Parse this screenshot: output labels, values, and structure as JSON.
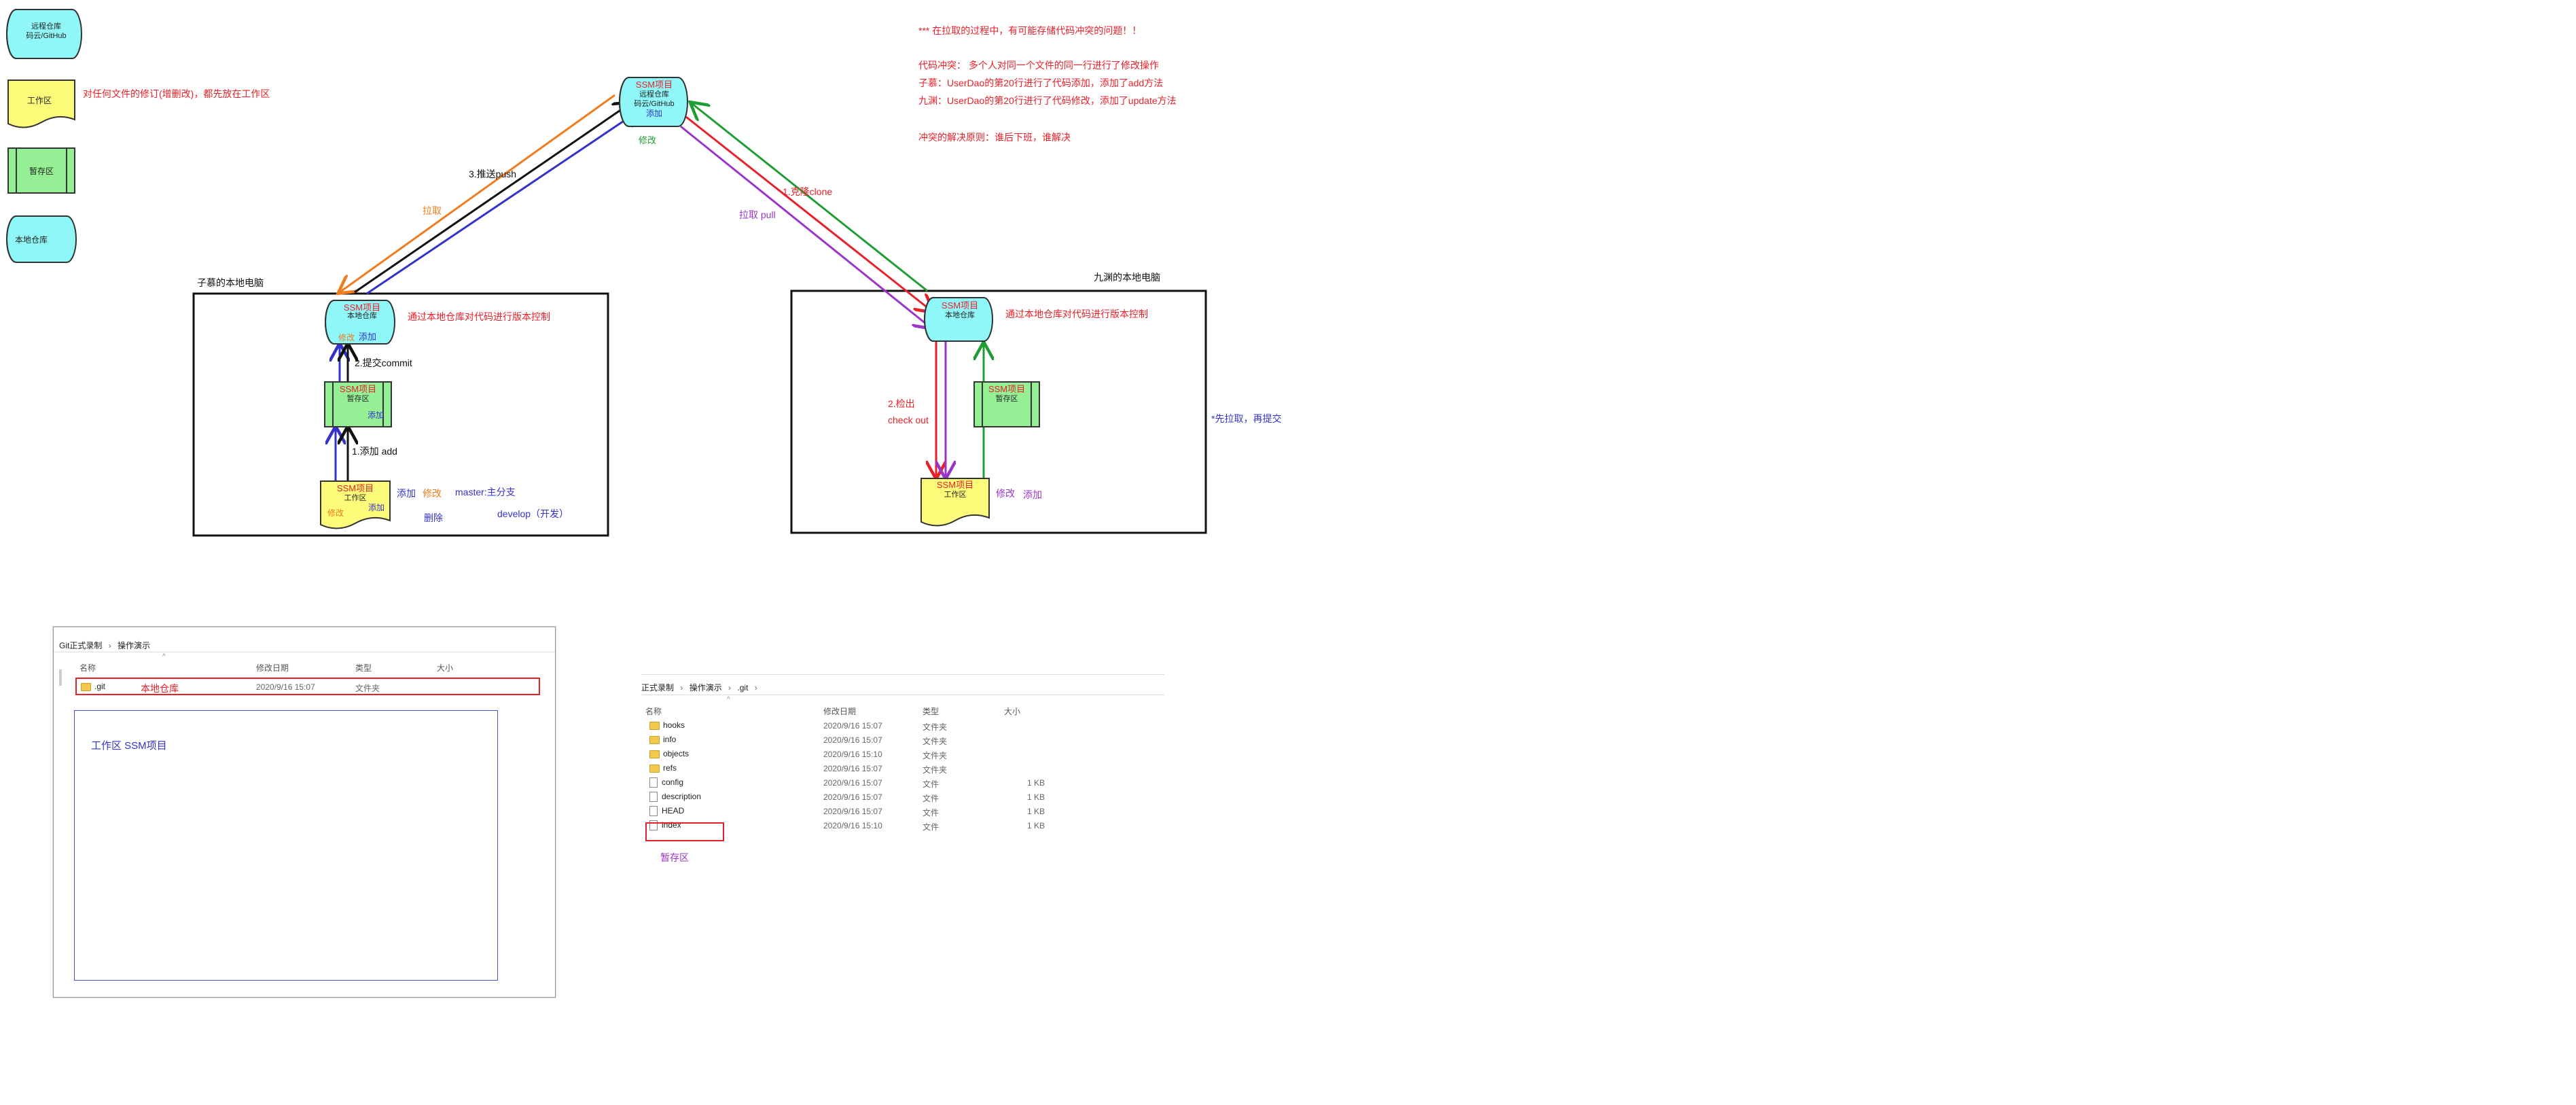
{
  "legend": {
    "remote": [
      "远程仓库",
      "码云/GitHub"
    ],
    "workspace": "工作区",
    "workspace_note": "对任何文件的修订(增删改)，都先放在工作区",
    "staging": "暂存区",
    "local": "本地仓库"
  },
  "notes": {
    "title": "*** 在拉取的过程中，有可能存储代码冲突的问题！！",
    "line1": "代码冲突：  多个人对同一个文件的同一行进行了修改操作",
    "line2": "子慕：UserDao的第20行进行了代码添加，添加了add方法",
    "line3": "九渊：UserDao的第20行进行了代码修改，添加了update方法",
    "line4": "冲突的解决原则：谁后下班，谁解决",
    "pull_first": "*先拉取，再提交"
  },
  "remote_repo": {
    "name": "SSM项目",
    "lines": [
      "远程仓库",
      "码云/GitHub"
    ],
    "add": "添加",
    "modify": "修改"
  },
  "arrows": {
    "push": "3.推送push",
    "pull": "拉取",
    "pull2": "拉取 pull",
    "clone": "1.克隆clone",
    "commit": "2.提交commit",
    "add": "1.添加 add",
    "checkout1": "2.检出",
    "checkout2": "check out"
  },
  "left_pc": {
    "title": "子慕的本地电脑",
    "local_name": "SSM项目",
    "local_label": "本地仓库",
    "local_add": "添加",
    "local_modify": "修改",
    "local_note": "通过本地仓库对代码进行版本控制",
    "stage_name": "SSM项目",
    "stage_label": "暂存区",
    "stage_add": "添加",
    "work_name": "SSM项目",
    "work_label": "工作区",
    "work_add": "添加",
    "work_modify": "修改",
    "side_add": "添加",
    "side_modify": "修改",
    "side_delete": "删除",
    "branch_master": "master:主分支",
    "branch_develop": "develop（开发）"
  },
  "right_pc": {
    "title": "九渊的本地电脑",
    "local_name": "SSM项目",
    "local_label": "本地仓库",
    "local_note": "通过本地仓库对代码进行版本控制",
    "stage_name": "SSM项目",
    "stage_label": "暂存区",
    "work_name": "SSM项目",
    "work_label": "工作区",
    "side_modify": "修改",
    "side_add": "添加"
  },
  "explorer1": {
    "crumbs": [
      "Git正式录制",
      "操作演示"
    ],
    "sep": "›",
    "headers": [
      "名称",
      "修改日期",
      "类型",
      "大小"
    ],
    "row": {
      "name": ".git",
      "date": "2020/9/16 15:07",
      "type": "文件夹"
    },
    "row_label": "本地仓库",
    "work_label": "工作区  SSM项目"
  },
  "explorer2": {
    "crumbs": [
      "正式录制",
      "操作演示",
      ".git"
    ],
    "sep": "›",
    "headers": [
      "名称",
      "修改日期",
      "类型",
      "大小"
    ],
    "rows": [
      {
        "name": "hooks",
        "date": "2020/9/16 15:07",
        "type": "文件夹",
        "size": "",
        "icon": "folder-icon"
      },
      {
        "name": "info",
        "date": "2020/9/16 15:07",
        "type": "文件夹",
        "size": "",
        "icon": "folder-icon"
      },
      {
        "name": "objects",
        "date": "2020/9/16 15:10",
        "type": "文件夹",
        "size": "",
        "icon": "folder-icon"
      },
      {
        "name": "refs",
        "date": "2020/9/16 15:07",
        "type": "文件夹",
        "size": "",
        "icon": "folder-icon"
      },
      {
        "name": "config",
        "date": "2020/9/16 15:07",
        "type": "文件",
        "size": "1 KB",
        "icon": "file-icon"
      },
      {
        "name": "description",
        "date": "2020/9/16 15:07",
        "type": "文件",
        "size": "1 KB",
        "icon": "file-icon"
      },
      {
        "name": "HEAD",
        "date": "2020/9/16 15:07",
        "type": "文件",
        "size": "1 KB",
        "icon": "file-icon"
      },
      {
        "name": "index",
        "date": "2020/9/16 15:10",
        "type": "文件",
        "size": "1 KB",
        "icon": "file-icon"
      }
    ],
    "index_label": "暂存区"
  },
  "colors": {
    "cyan": "#8ff7f7",
    "yellow": "#fcfc7a",
    "green": "#95f095",
    "red": "#e8202a",
    "blue": "#3333cc",
    "orange": "#f07c1e",
    "greenline": "#1f9d34",
    "purple": "#9b35c9"
  }
}
